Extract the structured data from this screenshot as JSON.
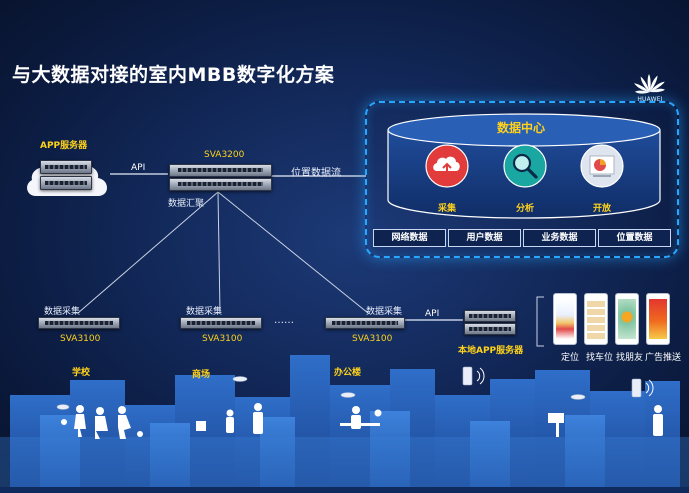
{
  "title": "与大数据对接的室内MBB数字化方案",
  "brand": {
    "name": "HUAWEI"
  },
  "app_server": {
    "label": "APP服务器"
  },
  "api_labels": {
    "top": "API",
    "bottom": "API"
  },
  "sva3200": {
    "name": "SVA3200",
    "caption": "数据汇聚"
  },
  "location_stream": "位置数据流",
  "data_center": {
    "title": "数据中心",
    "functions": [
      {
        "label": "采集",
        "icon": "cloud-upload-icon"
      },
      {
        "label": "分析",
        "icon": "magnifier-icon"
      },
      {
        "label": "开放",
        "icon": "pie-chart-icon"
      }
    ],
    "data_types": [
      "网络数据",
      "用户数据",
      "业务数据",
      "位置数据"
    ]
  },
  "sva3100_nodes": [
    {
      "name": "SVA3100",
      "caption": "数据采集"
    },
    {
      "name": "SVA3100",
      "caption": "数据采集"
    },
    {
      "name": "SVA3100",
      "caption": "数据采集"
    }
  ],
  "ellipsis": "……",
  "local_app_server": {
    "label": "本地APP服务器"
  },
  "apps": [
    "定位",
    "找车位",
    "找朋友",
    "广告推送"
  ],
  "venues": [
    "学校",
    "商场",
    "办公楼"
  ],
  "colors": {
    "accent_yellow": "#ffd21a",
    "glow_blue": "#27a7ff",
    "background": "#0b1a3a"
  }
}
